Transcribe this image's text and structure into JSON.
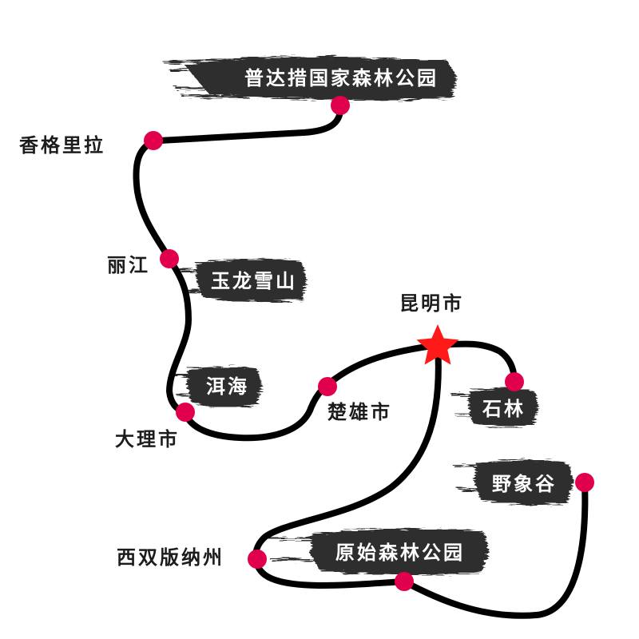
{
  "map": {
    "colors": {
      "route": "#000000",
      "stop_marker": "#e0004d",
      "capital_marker": "#ff1a1a",
      "brush_banner": "#2e2e2e",
      "label_dark": "#1c1c1c",
      "label_light": "#ffffff"
    },
    "capital": {
      "name": "昆明市",
      "icon": "star-icon"
    },
    "stops": [
      {
        "id": "pudacuo",
        "name": "普达措国家森林公园"
      },
      {
        "id": "shangrila",
        "name": "香格里拉"
      },
      {
        "id": "lijiang",
        "name": "丽江"
      },
      {
        "id": "dali",
        "name": "大理市"
      },
      {
        "id": "chuxiong",
        "name": "楚雄市"
      },
      {
        "id": "shilin",
        "name": "石林"
      },
      {
        "id": "yexianggu",
        "name": "野象谷"
      },
      {
        "id": "yuanshi",
        "name": "原始森林公园"
      },
      {
        "id": "xishuangbanna",
        "name": "西双版纳州"
      }
    ],
    "attractions": [
      {
        "id": "yulong",
        "name": "玉龙雪山"
      },
      {
        "id": "erhai",
        "name": "洱海"
      }
    ]
  }
}
